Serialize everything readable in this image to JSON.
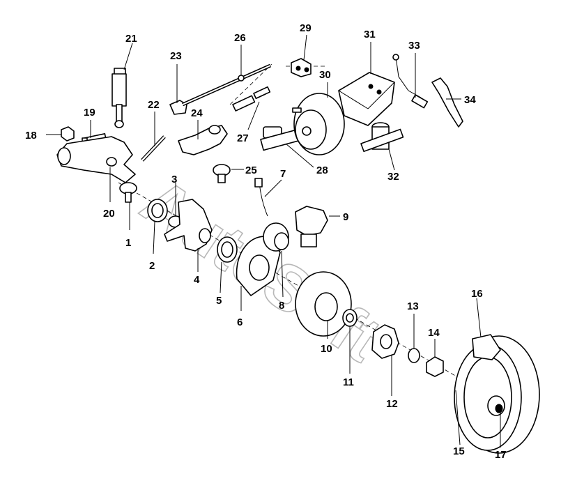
{
  "watermark": "AutoSoft",
  "labels": [
    "1",
    "2",
    "3",
    "4",
    "5",
    "6",
    "7",
    "8",
    "9",
    "10",
    "11",
    "12",
    "13",
    "14",
    "15",
    "16",
    "17",
    "18",
    "19",
    "20",
    "21",
    "22",
    "23",
    "24",
    "25",
    "26",
    "27",
    "28",
    "29",
    "30",
    "31",
    "32",
    "33",
    "34"
  ]
}
